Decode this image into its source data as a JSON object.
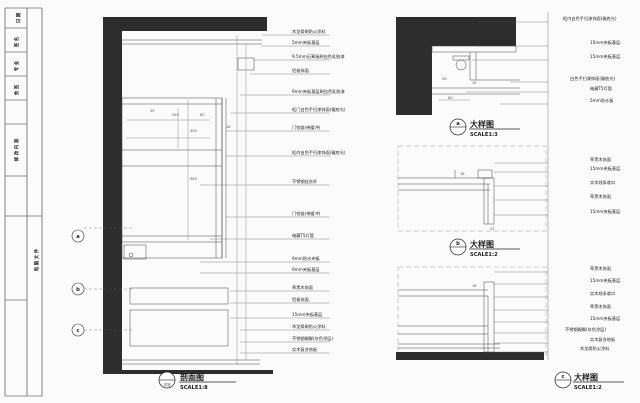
{
  "title_block": {
    "rows": [
      "日 期",
      "签 名",
      "专 业",
      "会 签",
      "修 改 内 容"
    ],
    "bottom": "电 脑 文 件"
  },
  "section": {
    "title": "剖面图",
    "scale": "SCALE1:8",
    "callout_letter": "",
    "callout_note": "详施",
    "markers": [
      "a",
      "b",
      "c"
    ],
    "annotations": [
      "木龙骨刷防火涂料",
      "5mm夹板基层",
      "9.5mm石膏板刷白色乳胶漆",
      "铝板饰面",
      "9mm夹板基层刷白色乳胶漆",
      "柜门白色手扫漆饰面(徽底光)",
      "门铰链(带缓冲)",
      "柜内白色手扫漆饰面(徽底光)",
      "不锈钢挂衣杆",
      "门铰链(带缓冲)",
      "暗藏T5灯管",
      "9mm防水夹板",
      "9mm夹板基层",
      "草黑木饰面",
      "铝板饰面",
      "15mm夹板基层",
      "木龙骨刷防火涂料",
      "不锈钢踢脚(灰色涂层)",
      "实木复合地板"
    ],
    "dims": [
      "25",
      "550",
      "60",
      "18",
      "300",
      "965"
    ]
  },
  "detail_a": {
    "title": "大样图",
    "scale": "SCALE1:3",
    "marker": "a",
    "annotations": [
      "柜内白色手扫漆饰面(徽底光)",
      "15mm夹板基层",
      "15mm夹板基层",
      "白色手扫漆饰面(徽底光)",
      "暗藏T5灯管",
      "5mm防水板"
    ],
    "dims": [
      "60",
      "26",
      "15"
    ]
  },
  "detail_b": {
    "title": "大样图",
    "scale": "SCALE1:2",
    "marker": "b",
    "annotations": [
      "草黑木饰面",
      "15mm夹板基层",
      "实木线条收口",
      "草黑木饰面",
      "15mm夹板基层"
    ],
    "dims": [
      "18",
      "25"
    ]
  },
  "detail_c": {
    "title": "大样图",
    "scale": "SCALE1:2",
    "marker": "c",
    "annotations": [
      "草黑木饰面",
      "15mm夹板基层",
      "实木线条收口",
      "草黑木饰面",
      "15mm夹板基层",
      "不锈钢踢脚(灰色涂层)",
      "实木复合地板",
      "木龙骨防火涂料"
    ],
    "dims": [
      "18"
    ]
  }
}
